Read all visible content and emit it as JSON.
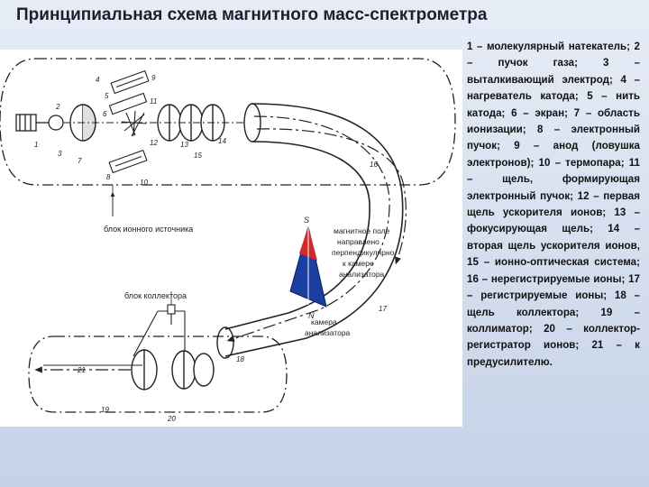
{
  "title": "Принципиальная схема магнитного масс-спектрометра",
  "diagram": {
    "labels": {
      "ion_source": "блок ионного источника",
      "collector": "блок коллектора",
      "analyzer_chamber_line1": "камера",
      "analyzer_chamber_line2": "анализатора",
      "field_line1": "магнитное поле",
      "field_line2": "направлено",
      "field_line3": "перпендикулярно",
      "field_line4": "к камере",
      "field_line5": "анализатора",
      "pole_s": "S",
      "pole_n": "N"
    },
    "numbers": [
      "1",
      "2",
      "3",
      "4",
      "5",
      "6",
      "7",
      "8",
      "9",
      "10",
      "11",
      "12",
      "13",
      "14",
      "15",
      "16",
      "17",
      "18",
      "19",
      "20",
      "21"
    ]
  },
  "legend": "1 – молекулярный натекатель; 2 – пучок газа; 3 – выталкивающий электрод; 4 – нагреватель катода; 5 – нить катода; 6 – экран; 7 – область ионизации; 8 – электронный пучок; 9 – анод (ловушка электронов); 10 – термопара; 11 – щель, формирующая электронный пучок; 12 – первая щель ускорителя ионов; 13 – фокусирующая щель; 14 – вторая щель ускорителя ионов, 15 – ионно-оптическая система; 16 – нерегистрируемые ионы; 17 – регистрируемые ионы; 18 – щель коллектора; 19 – коллиматор; 20 – коллектор-регистратор ионов; 21 – к предусилителю.",
  "colors": {
    "magnet_blue": "#1a3fa0",
    "magnet_red": "#d22a2a",
    "ink": "#222222"
  }
}
